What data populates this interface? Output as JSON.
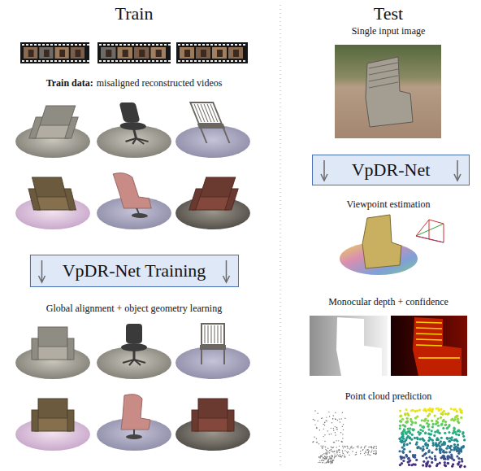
{
  "diagram": {
    "nodes": [
      {
        "text": [
          "VpDR-Net Training"
        ]
      },
      {
        "text": [
          "VpDR-Net"
        ]
      }
    ],
    "labels": [
      "Train",
      "Test",
      "Train data:",
      "misaligned reconstructed videos",
      "Global alignment + object geometry learning",
      "Single input image",
      "Viewpoint estimation",
      "Monocular depth + confidence",
      "Point cloud prediction"
    ]
  }
}
